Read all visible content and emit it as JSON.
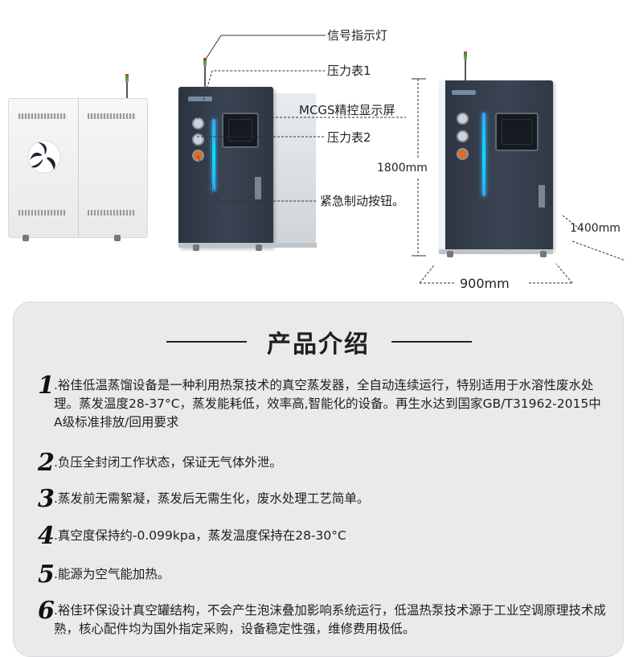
{
  "callouts": {
    "signal_lamp": "信号指示灯",
    "pressure_gauge_1": "压力表1",
    "display": "MCGS精控显示屏",
    "pressure_gauge_2": "压力表2",
    "emergency_stop": "紧急制动按钮。"
  },
  "dimensions": {
    "height": "1800mm",
    "depth": "1400mm",
    "width": "900mm"
  },
  "intro": {
    "title": "产品介绍",
    "items": [
      {
        "num": "1",
        "text": ".裕佳低温蒸馏设备是一种利用热泵技术的真空蒸发器，全自动连续运行，特别适用于水溶性废水处理。蒸发温度28-37°C，蒸发能耗低，效率高,智能化的设备。再生水达到国家GB/T31962-2015中A级标准排放/回用要求"
      },
      {
        "num": "2",
        "text": ".负压全封闭工作状态，保证无气体外泄。"
      },
      {
        "num": "3",
        "text": ".蒸发前无需絮凝，蒸发后无需生化，废水处理工艺简单。"
      },
      {
        "num": "4",
        "text": ".真空度保持约-0.099kpa，蒸发温度保持在28-30°C"
      },
      {
        "num": "5",
        "text": ".能源为空气能加热。"
      },
      {
        "num": "6",
        "text": ".裕佳环保设计真空罐结构，不会产生泡沫叠加影响系统运行，低温热泵技术源于工业空调原理技术成熟，核心配件均为国外指定采购，设备稳定性强，维修费用极低。"
      }
    ]
  },
  "colors": {
    "machine_body": "#343c48",
    "led_accent": "#00e1ff",
    "card_background": "#e9eaec"
  }
}
